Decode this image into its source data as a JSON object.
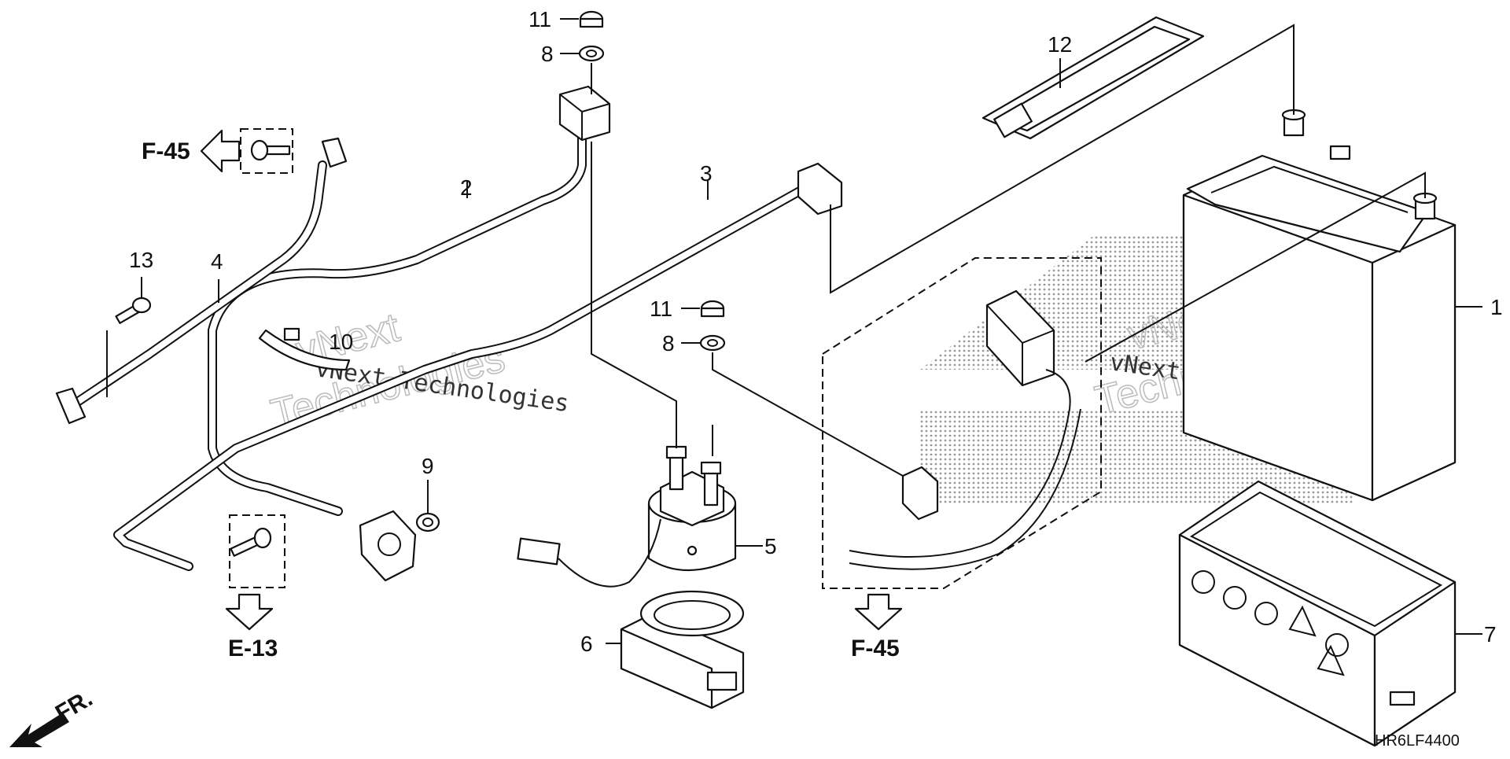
{
  "diagram": {
    "code": "HR6LF4400",
    "callouts": [
      "1",
      "2",
      "3",
      "4",
      "5",
      "6",
      "7",
      "8",
      "8",
      "9",
      "10",
      "11",
      "11",
      "12",
      "13"
    ],
    "refs": {
      "top_left": "F-45",
      "bottom_left": "E-13",
      "bottom_mid": "F-45",
      "front": "FR."
    },
    "watermark": {
      "line1": "vNext",
      "line2": "Technologies",
      "overlay": "vNext Technologies"
    }
  }
}
